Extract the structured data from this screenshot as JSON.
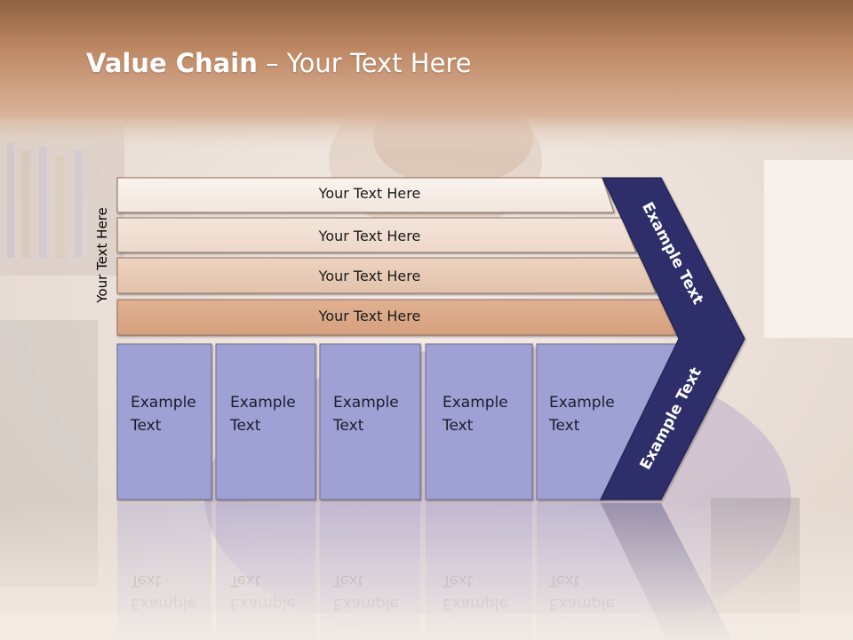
{
  "slide": {
    "title_bold": "Value Chain",
    "title_rest": " – Your Text Here",
    "side_label": "Your Text Here"
  },
  "support_rows": [
    {
      "label": "Your Text Here"
    },
    {
      "label": "Your Text Here"
    },
    {
      "label": "Your Text Here"
    },
    {
      "label": "Your Text Here"
    }
  ],
  "primary_columns": [
    {
      "label": "Example Text"
    },
    {
      "label": "Example Text"
    },
    {
      "label": "Example Text"
    },
    {
      "label": "Example Text"
    },
    {
      "label": "Example Text"
    }
  ],
  "chevron": {
    "upper_label": "Example Text",
    "lower_label": "Example Text"
  },
  "colors": {
    "header": "#b8805a",
    "row1": "#f6ede6",
    "row2": "#f1dfd3",
    "row3": "#e9cdb8",
    "row4": "#dcab8a",
    "column": "#9fa0d4",
    "chevron": "#2f2e6a"
  }
}
